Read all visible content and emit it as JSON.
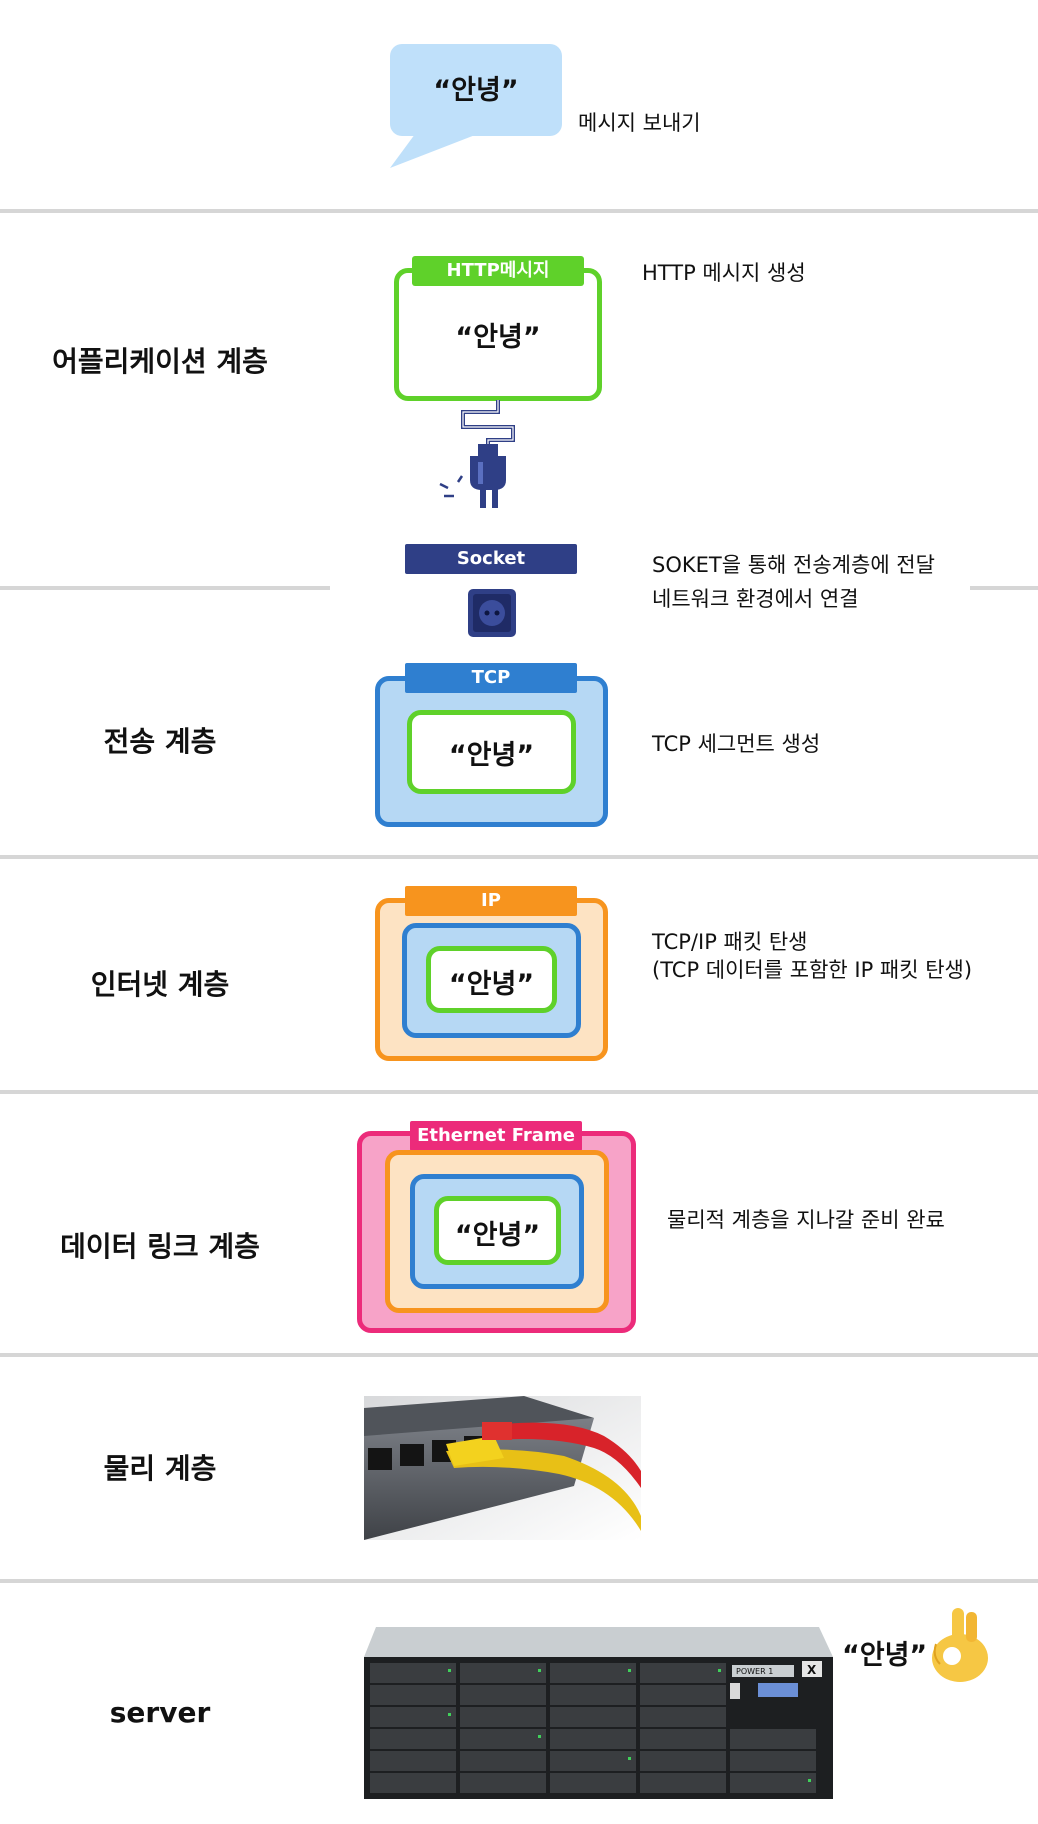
{
  "top": {
    "bubble_text": "“안녕”",
    "send_label": "메시지 보내기"
  },
  "application": {
    "layer_label": "어플리케이션 계층",
    "tag": "HTTP메시지",
    "message": "“안녕”",
    "note": "HTTP 메시지 생성"
  },
  "socket": {
    "tag": "Socket",
    "note_line1": "SOKET을 통해 전송계층에 전달",
    "note_line2": "네트워크 환경에서 연결"
  },
  "transport": {
    "layer_label": "전송 계층",
    "tag": "TCP",
    "message": "“안녕”",
    "note": "TCP 세그먼트 생성"
  },
  "internet": {
    "layer_label": "인터넷 계층",
    "tag": "IP",
    "message": "“안녕”",
    "note_line1": "TCP/IP 패킷 탄생",
    "note_line2": "(TCP 데이터를 포함한 IP 패킷 탄생)"
  },
  "datalink": {
    "layer_label": "데이터 링크 계층",
    "tag": "Ethernet Frame",
    "message": "“안녕”",
    "note": "물리적 계층을 지나갈 준비 완료"
  },
  "physical": {
    "layer_label": "물리 계층"
  },
  "server": {
    "layer_label": "server",
    "message": "“안녕”",
    "panel_text": "POWER 1",
    "logo_text": "X"
  },
  "colors": {
    "bubble": "#bfe0fa",
    "http_green": "#5fd12a",
    "socket_navy": "#2f3f86",
    "tcp_blue": "#2f7fd0",
    "tcp_fill": "#b6d8f4",
    "ip_orange": "#f7941e",
    "ip_fill": "#fde3c3",
    "eth_pink": "#ec2b7a",
    "eth_fill": "#f7a3c8",
    "divider": "#d6d6d6"
  }
}
